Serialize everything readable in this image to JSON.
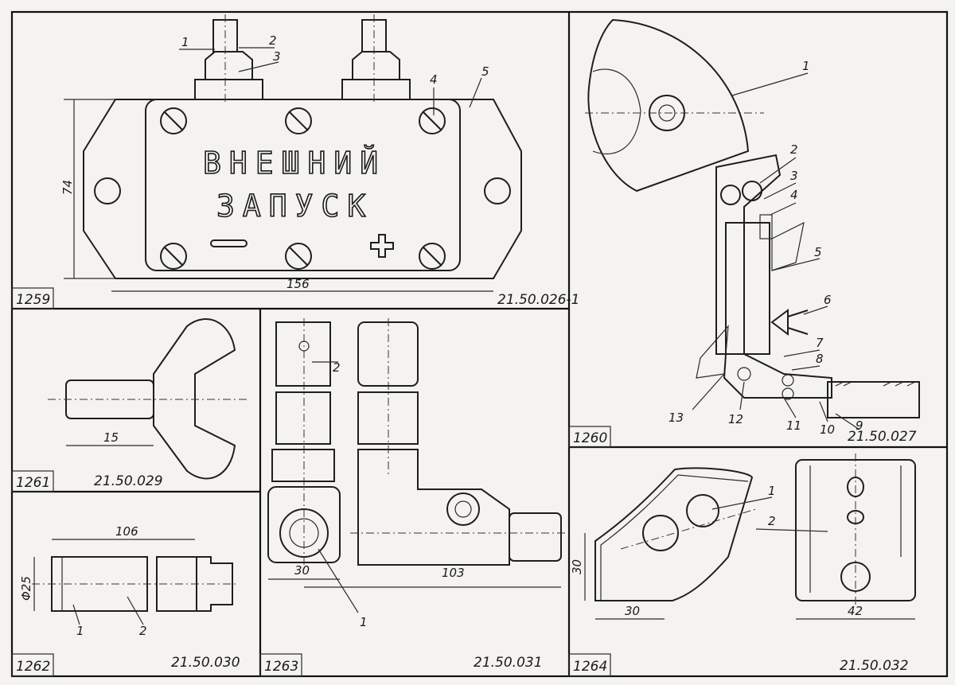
{
  "sheet": {
    "fig_1259": {
      "number": "1259",
      "code": "21.50.026-1",
      "plate_text_line1": "ВНЕШНИЙ",
      "plate_text_line2": "ЗАПУСК",
      "dim_height": "74",
      "dim_width": "156",
      "callouts": [
        "1",
        "2",
        "3",
        "4",
        "5"
      ]
    },
    "fig_1260": {
      "number": "1260",
      "code": "21.50.027",
      "callouts": [
        "1",
        "2",
        "3",
        "4",
        "5",
        "6",
        "7",
        "8",
        "9",
        "10",
        "11",
        "12",
        "13"
      ]
    },
    "fig_1261": {
      "number": "1261",
      "code": "21.50.029",
      "dim_length": "15"
    },
    "fig_1262": {
      "number": "1262",
      "code": "21.50.030",
      "dim_length": "106",
      "dim_diameter": "Φ25",
      "callouts": [
        "1",
        "2"
      ]
    },
    "fig_1263": {
      "number": "1263",
      "code": "21.50.031",
      "dim_width": "30",
      "dim_length": "103",
      "callouts": [
        "1",
        "2"
      ]
    },
    "fig_1264": {
      "number": "1264",
      "code": "21.50.032",
      "dim_height": "30",
      "dim_width_left": "30",
      "dim_width_right": "42",
      "callouts": [
        "1",
        "2"
      ]
    }
  }
}
